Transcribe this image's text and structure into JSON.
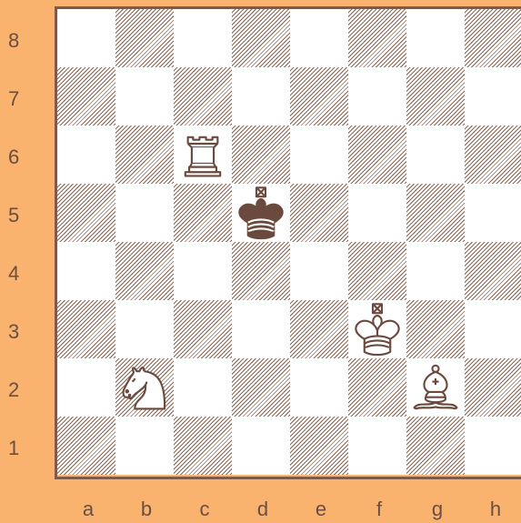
{
  "board": {
    "files": [
      "a",
      "b",
      "c",
      "d",
      "e",
      "f",
      "g",
      "h"
    ],
    "ranks": [
      "8",
      "7",
      "6",
      "5",
      "4",
      "3",
      "2",
      "1"
    ],
    "pieces": [
      {
        "square": "c6",
        "piece": "rook",
        "color": "white"
      },
      {
        "square": "d5",
        "piece": "king",
        "color": "black"
      },
      {
        "square": "f3",
        "piece": "king",
        "color": "white"
      },
      {
        "square": "b2",
        "piece": "knight",
        "color": "white"
      },
      {
        "square": "g2",
        "piece": "bishop",
        "color": "white"
      }
    ]
  },
  "colors": {
    "background": "#f9b36f",
    "border": "#7d5a4a",
    "hatch": "#8a6656",
    "label": "#6a4e42"
  }
}
